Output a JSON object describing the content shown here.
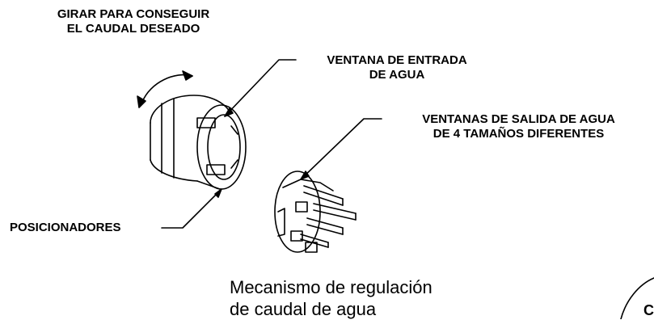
{
  "labels": {
    "rotate_line1": "GIRAR PARA CONSEGUIR",
    "rotate_line2": "EL CAUDAL DESEADO",
    "inlet_line1": "VENTANA DE ENTRADA",
    "inlet_line2": "DE AGUA",
    "outlet_line1": "VENTANAS DE SALIDA DE AGUA",
    "outlet_line2": "DE 4 TAMAÑOS DIFERENTES",
    "positioners": "POSICIONADORES"
  },
  "caption": {
    "line1": "Mecanismo de regulación",
    "line2": "de caudal de agua"
  },
  "corner_fragment": "C"
}
